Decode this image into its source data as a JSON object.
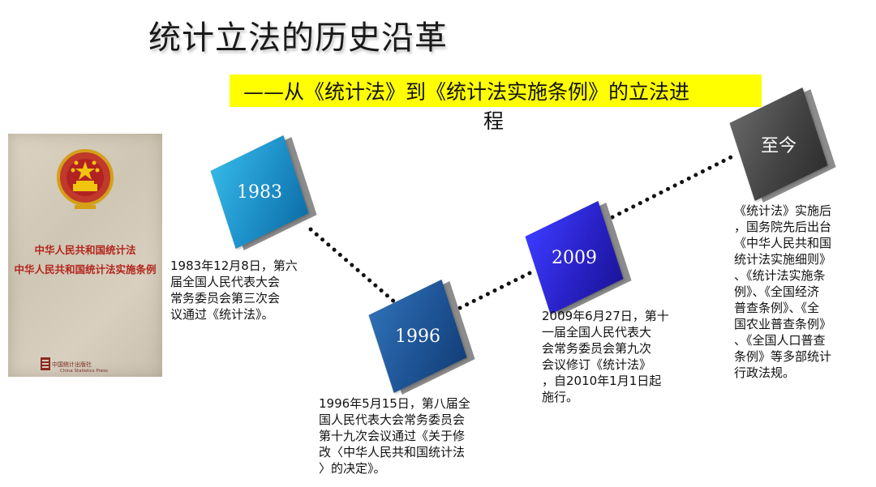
{
  "title": "统计立法的历史沿革",
  "subtitle": {
    "line1": "——从《统计法》到《统计法实施条例》的立法进",
    "line2": "程"
  },
  "book": {
    "line1": "中华人民共和国统计法",
    "line2": "中华人民共和国统计法实施条例",
    "publisher": "中国统计出版社",
    "publisher_en": "China Statistics Press"
  },
  "milestones": [
    {
      "label": "1983",
      "color": "#1d8fc8"
    },
    {
      "label": "1996",
      "color": "#1e5496"
    },
    {
      "label": "2009",
      "color": "#2a22c8"
    },
    {
      "label": "至今",
      "color": "#444444"
    }
  ],
  "descriptions": {
    "d1983": [
      "1983年12月8日，第六",
      "届全国人民代表大会",
      "常务委员会第三次会",
      "议通过《统计法》。"
    ],
    "d1996": [
      "1996年5月15日，第八届全",
      "国人民代表大会常务委员会",
      "第十九次会议通过《关于修",
      "改〈中华人民共和国统计法",
      "〉的决定》。"
    ],
    "d2009": [
      "2009年6月27日，第十",
      "一届全国人民代表大",
      "会常务委员会第九次",
      "会议修订《统计法》",
      "，自2010年1月1日起",
      "施行。"
    ],
    "dnow": [
      "《统计法》实施后",
      "，国务院先后出台",
      "《中华人民共和国",
      "统计法实施细则》",
      "、《统计法实施条",
      "例》、《全国经济",
      "普查条例》、《全",
      "国农业普查条例》",
      "、《全国人口普查",
      "条例》等多部统计",
      "行政法规。"
    ]
  },
  "colors": {
    "highlight": "#ffff00",
    "dots": "#111111",
    "book_red": "#b3261e"
  }
}
